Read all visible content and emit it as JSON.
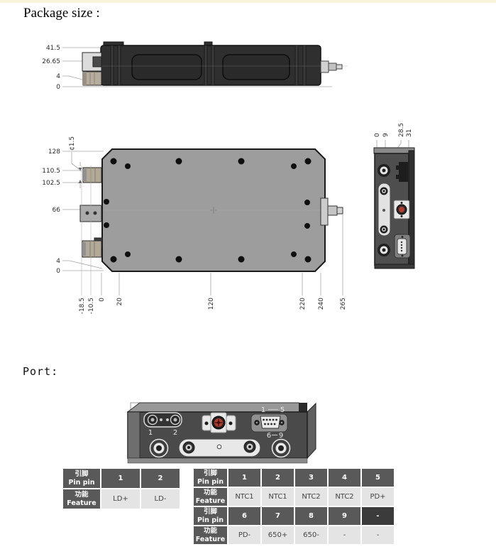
{
  "page": {
    "package_heading": "Package size :",
    "port_heading": "Port:"
  },
  "colors": {
    "page_top_border": "#faf3dc",
    "module_body": "#2f2f2f",
    "plate_gray": "#9d9d9d",
    "table_header": "#595959",
    "table_header_darkest": "#3b3b3b",
    "table_cell": "#e4e4e4",
    "red_connector": "#b23b2f"
  },
  "package_drawing": {
    "top_view": {
      "dims": [
        "41.5",
        "26.65",
        "4",
        "0"
      ]
    },
    "plan_view": {
      "left_dims": [
        "128",
        "110.5",
        "102.5",
        "66",
        "4",
        "0"
      ],
      "hole_label": "¢1.5",
      "bottom_dims": [
        "-18.5",
        "-10.5",
        "0",
        "20",
        "120",
        "220",
        "240",
        "265"
      ]
    },
    "side_view": {
      "top_dims": [
        "0",
        "9",
        "28.5",
        "31"
      ]
    }
  },
  "port_diagram": {
    "two_pin_labels": [
      "1",
      "2"
    ],
    "db9_labels": [
      "1",
      "5",
      "6",
      "9"
    ]
  },
  "tables": {
    "left": {
      "rows": [
        {
          "cells": [
            "引脚\nPin pin",
            "1",
            "2"
          ]
        },
        {
          "cells": [
            "功能\nFeature",
            "LD+",
            "LD-"
          ]
        }
      ]
    },
    "right": {
      "rows": [
        {
          "cells": [
            "引脚\nPin pin",
            "1",
            "2",
            "3",
            "4",
            "5"
          ]
        },
        {
          "cells": [
            "功能\nFeature",
            "NTC1",
            "NTC1",
            "NTC2",
            "NTC2",
            "PD+"
          ]
        },
        {
          "cells": [
            "引脚\nPin pin",
            "6",
            "7",
            "8",
            "9",
            "-"
          ]
        },
        {
          "cells": [
            "功能\nFeature",
            "PD-",
            "650+",
            "650-",
            "-",
            "-"
          ]
        }
      ]
    }
  }
}
